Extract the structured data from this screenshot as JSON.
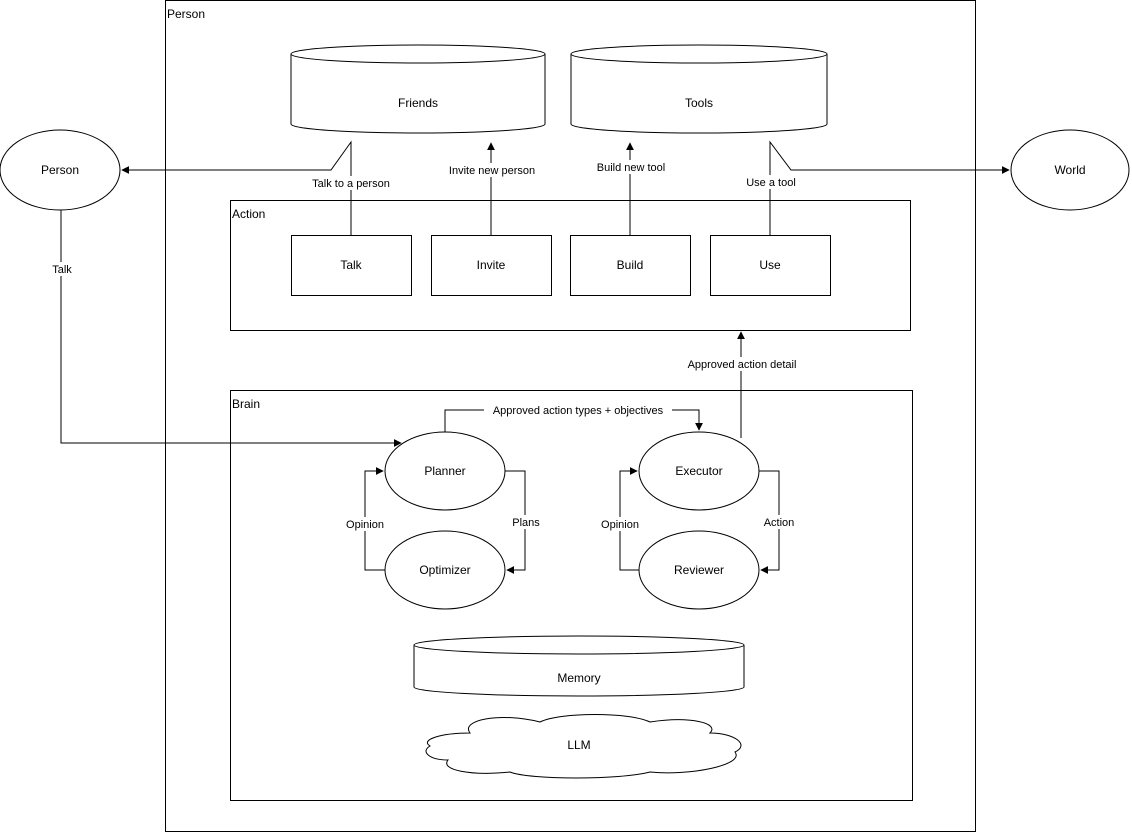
{
  "containers": {
    "person": "Person",
    "action": "Action",
    "brain": "Brain"
  },
  "external": {
    "person": "Person",
    "world": "World"
  },
  "stores": {
    "friends": "Friends",
    "tools": "Tools",
    "memory": "Memory"
  },
  "actions": {
    "talk": "Talk",
    "invite": "Invite",
    "build": "Build",
    "use": "Use"
  },
  "brain": {
    "planner": "Planner",
    "optimizer": "Optimizer",
    "executor": "Executor",
    "reviewer": "Reviewer",
    "llm": "LLM"
  },
  "edges": {
    "talk_to_person": "Talk to a person",
    "invite_new_person": "Invite new person",
    "build_new_tool": "Build new tool",
    "use_a_tool": "Use a tool",
    "talk": "Talk",
    "approved_action_detail": "Approved action detail",
    "approved_action_types": "Approved action types + objectives",
    "planner_opinion": "Opinion",
    "plans": "Plans",
    "executor_opinion": "Opinion",
    "action": "Action"
  }
}
